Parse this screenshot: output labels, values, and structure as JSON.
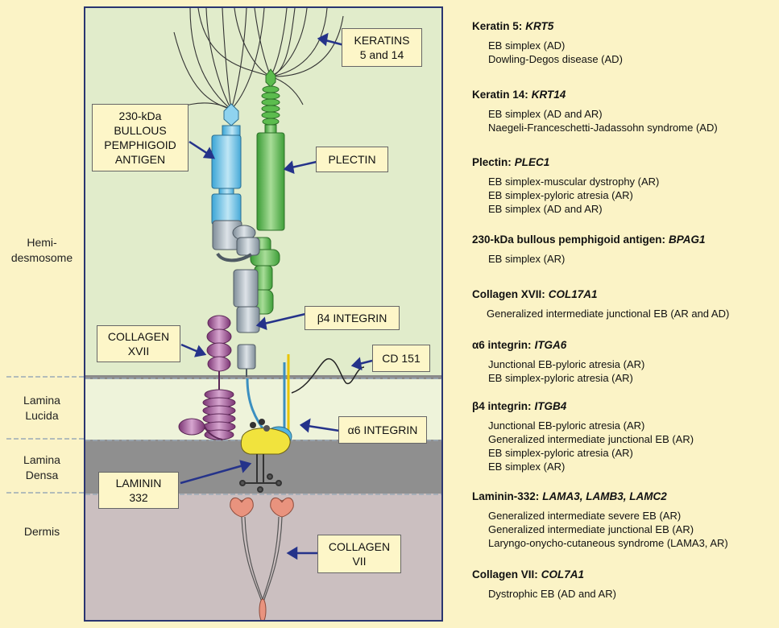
{
  "layers": [
    {
      "key": "hemidesmosome",
      "label": "Hemi-\ndesmosome"
    },
    {
      "key": "lamina_lucida",
      "label": "Lamina\nLucida"
    },
    {
      "key": "lamina_densa",
      "label": "Lamina\nDensa"
    },
    {
      "key": "dermis",
      "label": "Dermis"
    }
  ],
  "callouts": {
    "keratins": "KERATINS\n5 and 14",
    "bpag": "230-kDa\nBULLOUS\nPEMPHIGOID\nANTIGEN",
    "plectin": "PLECTIN",
    "b4_integrin": "β4 INTEGRIN",
    "collagen17": "COLLAGEN\nXVII",
    "cd151": "CD 151",
    "a6_integrin": "α6 INTEGRIN",
    "laminin332": "LAMININ\n332",
    "collagen7": "COLLAGEN\nVII"
  },
  "colors": {
    "hemidesmosome_bg": "#e1eccb",
    "lamina_lucida_bg": "#eef3da",
    "lamina_densa_bg": "#8f8f8f",
    "dermis_bg": "#cbbfc0",
    "bpag": "#62c3e8",
    "plectin": "#5cbc4e",
    "collagen17": "#9c4f92",
    "a6_integrin": "#f1e33d",
    "cd151": "#52b4e0",
    "b4": "#a6b3bd",
    "collagen7": "#e9937e",
    "frame": "#2a3570"
  },
  "entries": [
    {
      "name": "Keratin 5:",
      "gene": "KRT5",
      "diseases": [
        "EB simplex (AD)",
        "Dowling-Degos disease (AD)"
      ]
    },
    {
      "name": "Keratin 14:",
      "gene": "KRT14",
      "diseases": [
        "EB simplex (AD and AR)",
        "Naegeli-Franceschetti-Jadassohn syndrome (AD)"
      ]
    },
    {
      "name": "Plectin:",
      "gene": "PLEC1",
      "diseases": [
        "EB simplex-muscular dystrophy (AR)",
        "EB simplex-pyloric atresia (AR)",
        "EB simplex (AD and AR)"
      ]
    },
    {
      "name": "230-kDa bullous pemphigoid antigen:",
      "gene": "BPAG1",
      "diseases": [
        "EB simplex (AR)"
      ]
    },
    {
      "name": "Collagen XVII:",
      "gene": "COL17A1",
      "diseases": [
        "Generalized intermediate junctional EB (AR and AD)"
      ]
    },
    {
      "name": "α6 integrin:",
      "gene": "ITGA6",
      "diseases": [
        "Junctional EB-pyloric atresia (AR)",
        "EB simplex-pyloric atresia (AR)"
      ]
    },
    {
      "name": "β4 integrin:",
      "gene": "ITGB4",
      "diseases": [
        "Junctional EB-pyloric atresia (AR)",
        "Generalized intermediate junctional EB (AR)",
        "EB simplex-pyloric atresia (AR)",
        "EB simplex (AR)"
      ]
    },
    {
      "name": "Laminin-332:",
      "gene": "LAMA3, LAMB3, LAMC2",
      "diseases": [
        "Generalized intermediate severe EB (AR)",
        "Generalized intermediate junctional EB (AR)",
        "Laryngo-onycho-cutaneous syndrome (LAMA3, AR)"
      ]
    },
    {
      "name": "Collagen VII:",
      "gene": "COL7A1",
      "diseases": [
        "Dystrophic EB (AD and AR)"
      ]
    }
  ]
}
